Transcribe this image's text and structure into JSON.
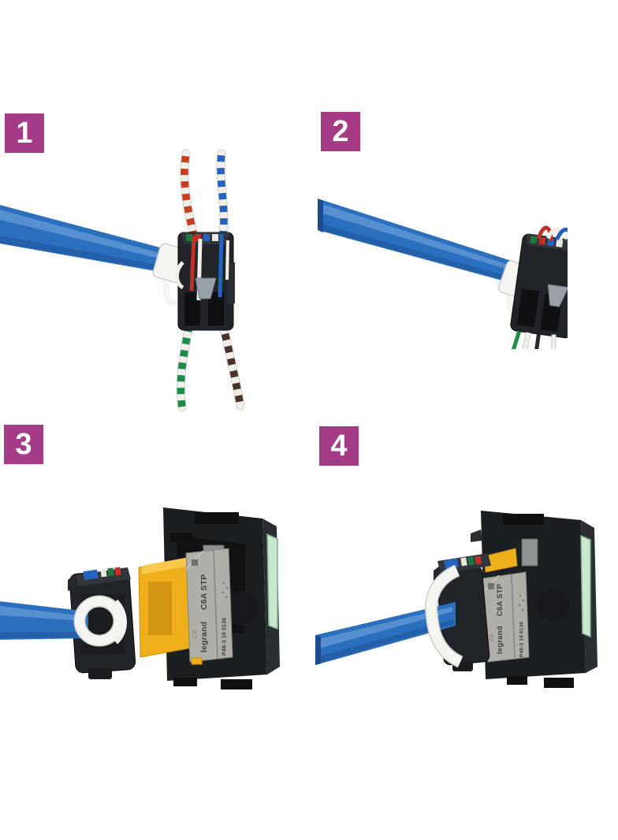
{
  "steps": [
    {
      "number": "1"
    },
    {
      "number": "2"
    },
    {
      "number": "3"
    },
    {
      "number": "4"
    }
  ],
  "module_label": {
    "brand": "legrand",
    "model": "C6A STP",
    "ref": "P46-3 19 0136",
    "ce": "CE"
  },
  "colors": {
    "badge-magenta": "#A53A86",
    "badge-text": "#FFFFFF",
    "cable-blue": "#2B6FBF",
    "cable-blue-dark": "#1C4C8F",
    "cable-highlight": "#7CABE0",
    "holder-white": "#F4F4F1",
    "holder-shadow": "#CFCFC9",
    "connector-black": "#212428",
    "connector-face": "#32363C",
    "connector-deep": "#0E1012",
    "wire-white": "#F1EFEA",
    "wire-red": "#C03227",
    "wire-gray": "#98A0A8",
    "pair-orange": "#C4401F",
    "pair-blue": "#2563BE",
    "pair-green": "#1E8C48",
    "pair-brown": "#49332B",
    "module-black": "#1C1F22",
    "module-side": "#2A2E33",
    "module-green": "#C8E8D0",
    "module-green-edge": "#7FAE8C",
    "module-yellow": "#EFAF1B",
    "module-yellow-dark": "#C98E12",
    "shield-silver": "#AFAFA7",
    "shield-edge": "#83847D",
    "shield-text": "#3F403C"
  }
}
